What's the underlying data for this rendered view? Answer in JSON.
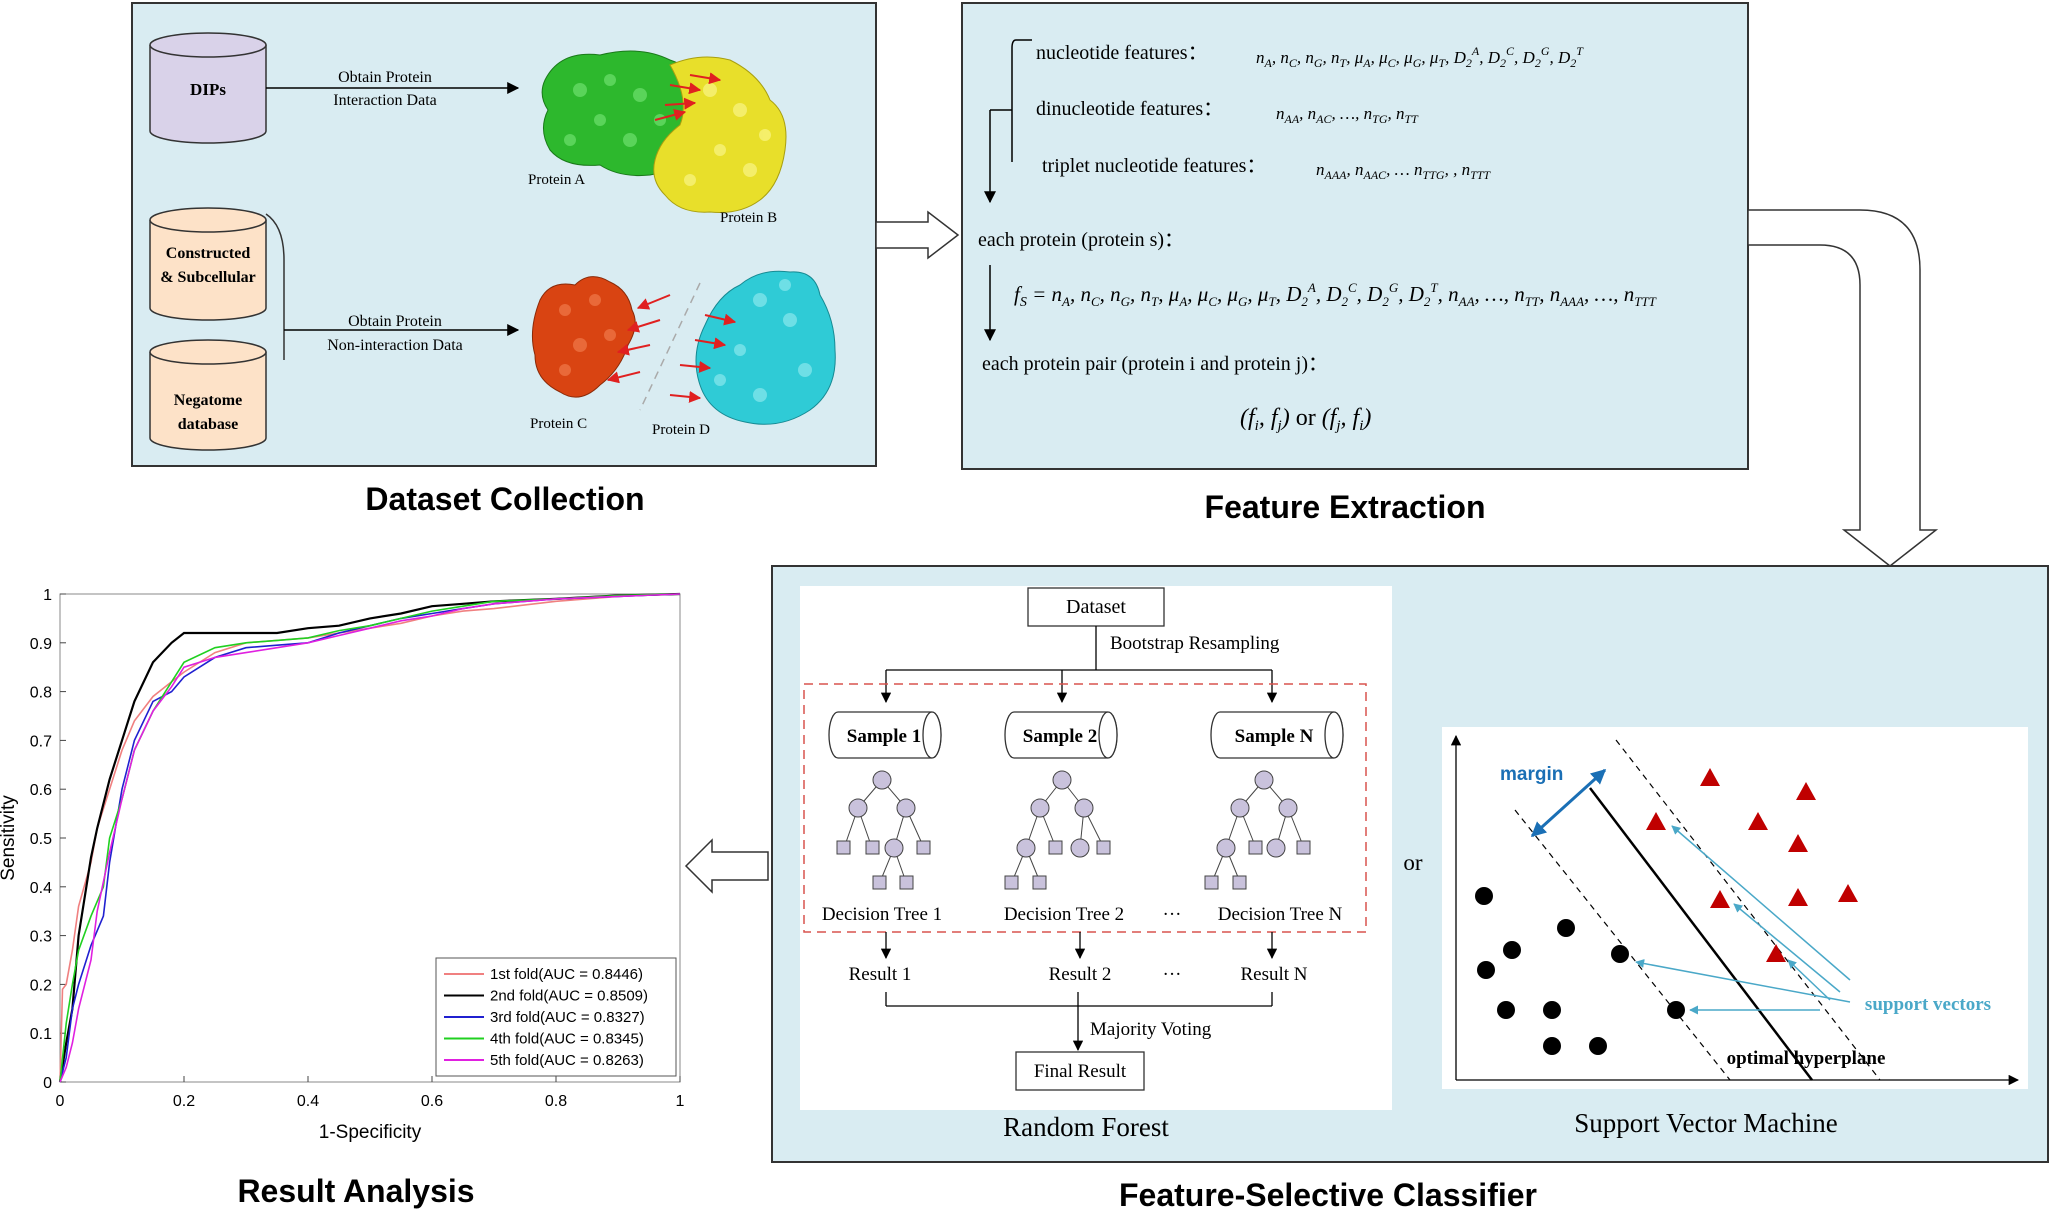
{
  "colors": {
    "panel_fill": "#d9ecf2",
    "cylinder_purple": "#d9d2e9",
    "cylinder_peach": "#fde2c8",
    "protein_green": "#2db82d",
    "protein_yellow": "#e8df2a",
    "protein_red": "#d94412",
    "protein_cyan": "#2fcbd6",
    "arrow_red": "#e02020",
    "dash_red": "#d9534f",
    "tree_node": "#c9c2dc",
    "svm_triangle": "#c00000",
    "margin_blue": "#1a6fb5",
    "support_blue": "#4aa8c8",
    "roc_series": [
      "#f08080",
      "#000000",
      "#2020d0",
      "#20d020",
      "#e020e0"
    ]
  },
  "dataset_collection": {
    "title": "Dataset Collection",
    "db_dips": "DIPs",
    "db_constructed": [
      "Constructed",
      "& Subcellular"
    ],
    "db_negatome": [
      "Negatome",
      "database"
    ],
    "arrow_top_label": [
      "Obtain Protein",
      "Interaction Data"
    ],
    "arrow_bottom_label": [
      "Obtain Protein",
      "Non-interaction Data"
    ],
    "protein_a": "Protein A",
    "protein_b": "Protein B",
    "protein_c": "Protein C",
    "protein_d": "Protein D"
  },
  "feature_extraction": {
    "title": "Feature Extraction",
    "nucleotide_label": "nucleotide features：",
    "dinucleotide_label": "dinucleotide features：",
    "triplet_label": "triplet nucleotide features：",
    "each_protein": "each protein (protein s)：",
    "each_pair": "each protein pair  (protein i  and protein j)："
  },
  "classifier": {
    "title": "Feature-Selective Classifier",
    "rf_caption": "Random Forest",
    "svm_caption": "Support Vector Machine",
    "or_text": "or",
    "dataset_box": "Dataset",
    "bootstrap": "Bootstrap  Resampling",
    "samples": [
      "Sample 1",
      "Sample 2",
      "Sample N"
    ],
    "trees": [
      "Decision Tree 1",
      "Decision Tree 2",
      "Decision Tree N"
    ],
    "results": [
      "Result 1",
      "Result 2",
      "Result N"
    ],
    "ellipsis": "···",
    "majority": "Majority Voting",
    "final": "Final Result",
    "margin_label": "margin",
    "support_vectors_label": "support vectors",
    "hyperplane_label": "optimal hyperplane"
  },
  "result_analysis": {
    "title": "Result Analysis"
  },
  "chart_data": {
    "type": "line",
    "title": "",
    "xlabel": "1-Specificity",
    "ylabel": "Sensitivity",
    "xlim": [
      0,
      1
    ],
    "ylim": [
      0,
      1
    ],
    "xticks": [
      "0",
      "0.2",
      "0.4",
      "0.6",
      "0.8",
      "1"
    ],
    "yticks": [
      "0",
      "0.1",
      "0.2",
      "0.3",
      "0.4",
      "0.5",
      "0.6",
      "0.7",
      "0.8",
      "0.9",
      "1"
    ],
    "grid": false,
    "legend_position": "bottom-right",
    "series": [
      {
        "name": "1st fold(AUC = 0.8446)",
        "x": [
          0,
          0.004,
          0.01,
          0.02,
          0.03,
          0.05,
          0.06,
          0.08,
          0.1,
          0.12,
          0.15,
          0.18,
          0.2,
          0.25,
          0.3,
          0.35,
          0.4,
          0.45,
          0.5,
          0.55,
          0.6,
          0.65,
          0.7,
          0.8,
          0.9,
          1.0
        ],
        "y": [
          0,
          0.19,
          0.2,
          0.27,
          0.36,
          0.45,
          0.52,
          0.6,
          0.68,
          0.74,
          0.79,
          0.82,
          0.84,
          0.88,
          0.9,
          0.905,
          0.91,
          0.92,
          0.93,
          0.94,
          0.955,
          0.965,
          0.97,
          0.985,
          0.995,
          1.0
        ]
      },
      {
        "name": "2nd fold(AUC = 0.8509)",
        "x": [
          0,
          0.01,
          0.02,
          0.03,
          0.05,
          0.06,
          0.08,
          0.1,
          0.12,
          0.15,
          0.18,
          0.2,
          0.25,
          0.3,
          0.35,
          0.4,
          0.45,
          0.5,
          0.55,
          0.6,
          0.65,
          0.7,
          0.8,
          0.9,
          1.0
        ],
        "y": [
          0,
          0.08,
          0.15,
          0.3,
          0.46,
          0.52,
          0.62,
          0.7,
          0.78,
          0.86,
          0.9,
          0.92,
          0.92,
          0.92,
          0.92,
          0.93,
          0.935,
          0.95,
          0.96,
          0.975,
          0.98,
          0.985,
          0.99,
          0.997,
          1.0
        ]
      },
      {
        "name": "3rd fold(AUC = 0.8327)",
        "x": [
          0,
          0.01,
          0.02,
          0.03,
          0.05,
          0.07,
          0.08,
          0.1,
          0.12,
          0.15,
          0.18,
          0.2,
          0.25,
          0.3,
          0.35,
          0.4,
          0.45,
          0.5,
          0.55,
          0.6,
          0.65,
          0.7,
          0.8,
          0.9,
          1.0
        ],
        "y": [
          0,
          0.05,
          0.15,
          0.2,
          0.28,
          0.34,
          0.45,
          0.6,
          0.7,
          0.78,
          0.8,
          0.83,
          0.87,
          0.89,
          0.895,
          0.9,
          0.92,
          0.935,
          0.95,
          0.96,
          0.97,
          0.98,
          0.99,
          0.995,
          1.0
        ]
      },
      {
        "name": "4th fold(AUC = 0.8345)",
        "x": [
          0,
          0.01,
          0.02,
          0.03,
          0.05,
          0.07,
          0.08,
          0.1,
          0.12,
          0.15,
          0.18,
          0.2,
          0.25,
          0.3,
          0.35,
          0.4,
          0.45,
          0.5,
          0.55,
          0.6,
          0.65,
          0.7,
          0.8,
          0.9,
          1.0
        ],
        "y": [
          0,
          0.12,
          0.2,
          0.27,
          0.34,
          0.4,
          0.5,
          0.58,
          0.68,
          0.76,
          0.82,
          0.86,
          0.89,
          0.9,
          0.905,
          0.91,
          0.925,
          0.935,
          0.95,
          0.965,
          0.975,
          0.985,
          0.99,
          0.997,
          1.0
        ]
      },
      {
        "name": "5th fold(AUC = 0.8263)",
        "x": [
          0,
          0.01,
          0.02,
          0.03,
          0.05,
          0.06,
          0.08,
          0.1,
          0.12,
          0.15,
          0.18,
          0.2,
          0.25,
          0.3,
          0.35,
          0.4,
          0.45,
          0.5,
          0.55,
          0.6,
          0.65,
          0.7,
          0.8,
          0.9,
          1.0
        ],
        "y": [
          0,
          0.03,
          0.08,
          0.15,
          0.25,
          0.35,
          0.47,
          0.58,
          0.68,
          0.76,
          0.81,
          0.85,
          0.87,
          0.88,
          0.89,
          0.9,
          0.915,
          0.93,
          0.945,
          0.955,
          0.97,
          0.98,
          0.99,
          0.995,
          1.0
        ]
      }
    ]
  }
}
